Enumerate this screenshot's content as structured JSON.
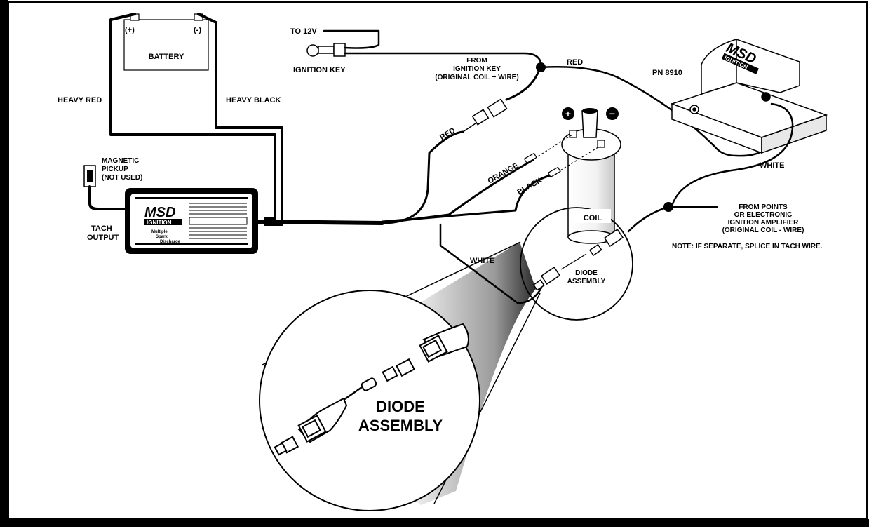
{
  "labels": {
    "battery": "BATTERY",
    "plus": "(+)",
    "minus": "(-)",
    "heavy_red": "HEAVY RED",
    "heavy_black": "HEAVY BLACK",
    "to_12v": "TO 12V",
    "ignition_key": "IGNITION KEY",
    "from_key_1": "FROM",
    "from_key_2": "IGNITION KEY",
    "from_key_3": "(ORIGINAL COIL + WIRE)",
    "red_top": "RED",
    "red_wire": "RED",
    "orange": "ORANGE",
    "black": "BLACK",
    "pn": "PN 8910",
    "white_right": "WHITE",
    "white_center": "WHITE",
    "magnetic_1": "MAGNETIC",
    "magnetic_2": "PICKUP",
    "magnetic_3": "(NOT USED)",
    "tach_1": "TACH",
    "tach_2": "OUTPUT",
    "coil": "COIL",
    "from_points_1": "FROM POINTS",
    "from_points_2": "OR ELECTRONIC",
    "from_points_3": "IGNITION AMPLIFIER",
    "from_points_4": "(ORIGINAL COIL - WIRE)",
    "note": "NOTE: IF SEPARATE, SPLICE IN TACH WIRE.",
    "diode_small_1": "DIODE",
    "diode_small_2": "ASSEMBLY",
    "diode_big_1": "DIODE",
    "diode_big_2": "ASSEMBLY"
  },
  "msd_box": {
    "logo": "MSD",
    "logo_sub": "IGNITION",
    "line1": "Multiple",
    "line2": "Spark",
    "line3": "Discharge"
  },
  "msd_tach": {
    "logo": "MSD",
    "logo_sub": "IGNITION"
  },
  "coil_terminals": {
    "plus": "+",
    "minus": "−"
  }
}
